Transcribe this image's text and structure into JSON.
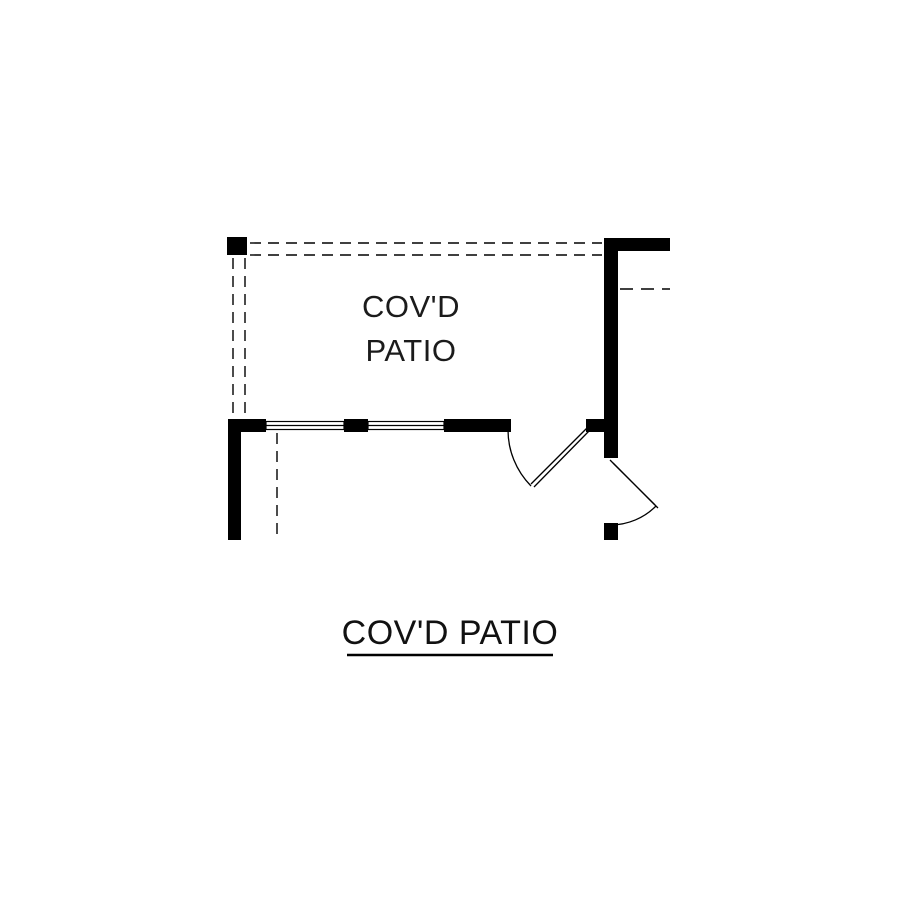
{
  "plan": {
    "room_label": {
      "line1": "COV'D",
      "line2": "PATIO"
    },
    "title": "COV'D PATIO"
  },
  "colors": {
    "line": "#000000",
    "background": "#ffffff",
    "label_text": "#1b1b1b"
  }
}
